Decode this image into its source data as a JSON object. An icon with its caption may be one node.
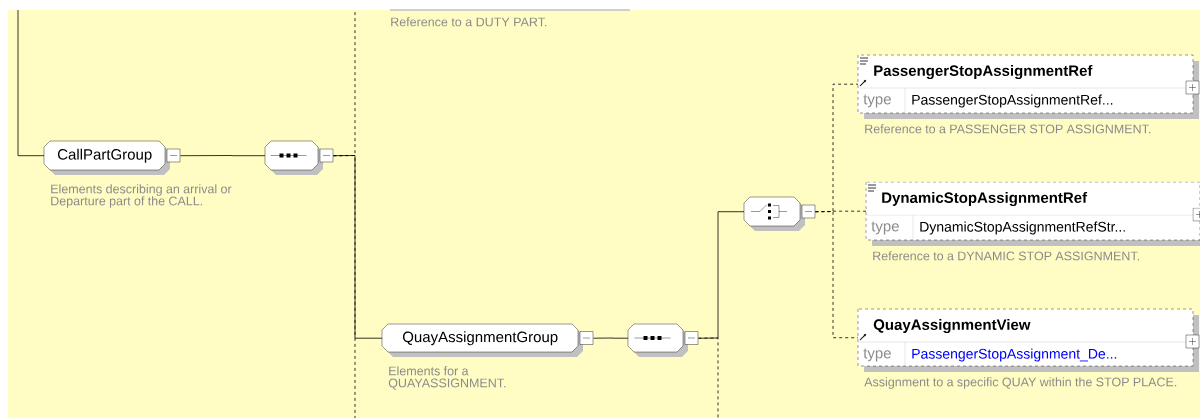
{
  "diagram": {
    "nodes": [
      {
        "text": [
          "CallPartGroup"
        ],
        "beside": [
          "Elements describing an arrival or Departure part of the CALL."
        ]
      },
      {
        "text": [],
        "shape": "octagon"
      },
      {
        "text": [
          "QuayAssignmentGroup"
        ],
        "beside": [
          "Elements for a QUAYASSIGNMENT."
        ]
      },
      {
        "text": [],
        "shape": "octagon"
      },
      {
        "text": [],
        "shape": "octagon"
      },
      {
        "text": [
          "PassengerStopAssignmentRef",
          "type",
          "PassengerStopAssignmentRef..."
        ],
        "beside": [
          "Reference to a PASSENGER STOP ASSIGNMENT."
        ]
      },
      {
        "text": [
          "DynamicStopAssignmentRef",
          "type",
          "DynamicStopAssignmentRefStr..."
        ],
        "beside": [
          "Reference to a DYNAMIC STOP ASSIGNMENT."
        ]
      },
      {
        "text": [
          "QuayAssignmentView",
          "type",
          "PassengerStopAssignment_De..."
        ],
        "beside": [
          "Assignment to a specific QUAY within the STOP PLACE."
        ]
      }
    ],
    "edges": [
      {
        "from": null,
        "to": 0,
        "arrow": "none"
      },
      {
        "from": 0,
        "to": 1,
        "arrow": "none"
      },
      {
        "from": 1,
        "to": null,
        "arrow": "none",
        "style": "dashed"
      },
      {
        "from": 1,
        "to": 2,
        "arrow": "none"
      },
      {
        "from": 1,
        "to": null,
        "arrow": "none",
        "style": "dashed"
      },
      {
        "from": 2,
        "to": 3,
        "arrow": "none"
      },
      {
        "from": 3,
        "to": 4,
        "arrow": "none"
      },
      {
        "from": 3,
        "to": null,
        "arrow": "none",
        "style": "dashed"
      },
      {
        "from": 4,
        "to": 5,
        "arrow": "none",
        "style": "dashed"
      },
      {
        "from": 4,
        "to": 6,
        "arrow": "none",
        "style": "dashed"
      },
      {
        "from": 4,
        "to": 7,
        "arrow": "none",
        "style": "dashed"
      }
    ],
    "labels": [
      "Reference to a DUTY PART."
    ]
  }
}
